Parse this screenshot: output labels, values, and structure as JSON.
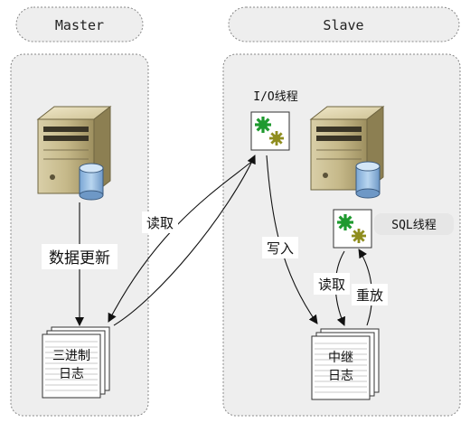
{
  "master": {
    "title": "Master"
  },
  "slave": {
    "title": "Slave"
  },
  "master_flow": {
    "update_label": "数据更新"
  },
  "binlog": {
    "line1": "三进制",
    "line2": "日志"
  },
  "relaylog": {
    "line1": "中继",
    "line2": "日志"
  },
  "io_thread": {
    "label": "I/O线程"
  },
  "sql_thread": {
    "label": "SQL线程"
  },
  "edges": {
    "read_binlog": "读取",
    "write_relay": "写入",
    "read_relay": "读取",
    "replay": "重放"
  },
  "colors": {
    "panel_fill": "#eeeeee",
    "panel_border": "#888888",
    "gear_green": "#1f9a2f",
    "gear_olive": "#8f8d1f",
    "db_blue": "#9cc2e6"
  }
}
